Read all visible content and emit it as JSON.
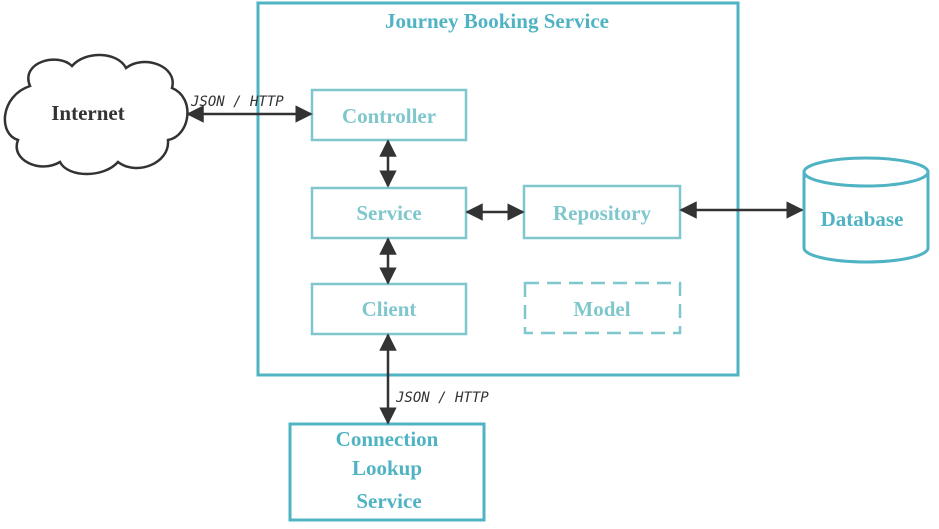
{
  "colors": {
    "service_border": "#4fb3c3",
    "component_border": "#7fc7cd",
    "component_text": "#7fc7cd",
    "database_text": "#4fb3c3",
    "external_text": "#333333",
    "arrow": "#333333"
  },
  "service": {
    "title": "Journey Booking Service",
    "components": {
      "controller": "Controller",
      "service": "Service",
      "repository": "Repository",
      "client": "Client",
      "model": "Model"
    }
  },
  "external": {
    "internet": "Internet",
    "database": "Database",
    "connection_lookup": {
      "line1": "Connection",
      "line2": "Lookup",
      "line3": "Service"
    }
  },
  "protocols": {
    "internet_to_controller": "JSON / HTTP",
    "client_to_lookup": "JSON / HTTP"
  }
}
